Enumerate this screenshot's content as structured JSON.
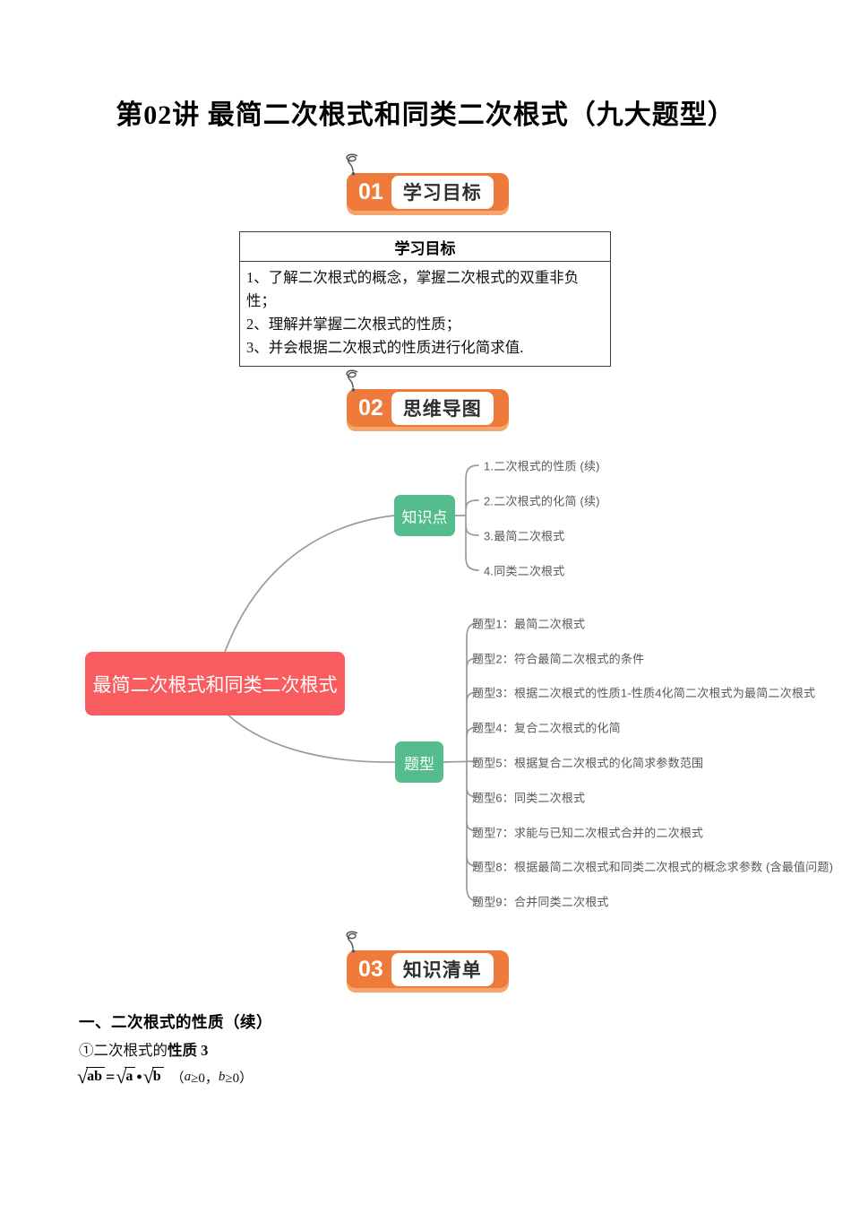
{
  "title": "第02讲 最简二次根式和同类二次根式（九大题型）",
  "colors": {
    "badge_orange": "#EE7B3C",
    "badge_orange_light": "#F6A66C"
  },
  "badges": [
    {
      "num": "01",
      "label": "学习目标"
    },
    {
      "num": "02",
      "label": "思维导图"
    },
    {
      "num": "03",
      "label": "知识清单"
    }
  ],
  "goals_table": {
    "header": "学习目标",
    "lines": [
      "1、了解二次根式的概念，掌握二次根式的双重非负",
      "性；",
      "2、理解并掌握二次根式的性质；",
      "3、并会根据二次根式的性质进行化简求值."
    ]
  },
  "mindmap": {
    "center": "最简二次根式和同类二次根式",
    "colors": {
      "center_bg": "#F95C5E",
      "branch_bg": "#55BD8D",
      "line": "#9a9a9a"
    },
    "branches": [
      {
        "label": "知识点",
        "items": [
          "1.二次根式的性质 (续)",
          "2.二次根式的化简 (续)",
          "3.最简二次根式",
          "4.同类二次根式"
        ]
      },
      {
        "label": "题型",
        "items": [
          "题型1：最简二次根式",
          "题型2：符合最简二次根式的条件",
          "题型3：根据二次根式的性质1-性质4化简二次根式为最简二次根式",
          "题型4：复合二次根式的化简",
          "题型5：根据复合二次根式的化简求参数范围",
          "题型6：同类二次根式",
          "题型7：求能与已知二次根式合并的二次根式",
          "题型8：根据最简二次根式和同类二次根式的概念求参数 (含最值问题)",
          "题型9：合并同类二次根式"
        ]
      }
    ]
  },
  "knowledge_section": {
    "heading": "一、二次根式的性质（续）",
    "property_intro": "①二次根式的",
    "property_name": "性质 3",
    "formula": {
      "sqrt": "√",
      "rad1": "ab",
      "eq": "=",
      "rad2": "a",
      "dot": "•",
      "rad3": "b",
      "cond_open": "（",
      "var_a": "a",
      "geq_a": "≥0，",
      "var_b": "b",
      "geq_b": "≥0）"
    }
  }
}
